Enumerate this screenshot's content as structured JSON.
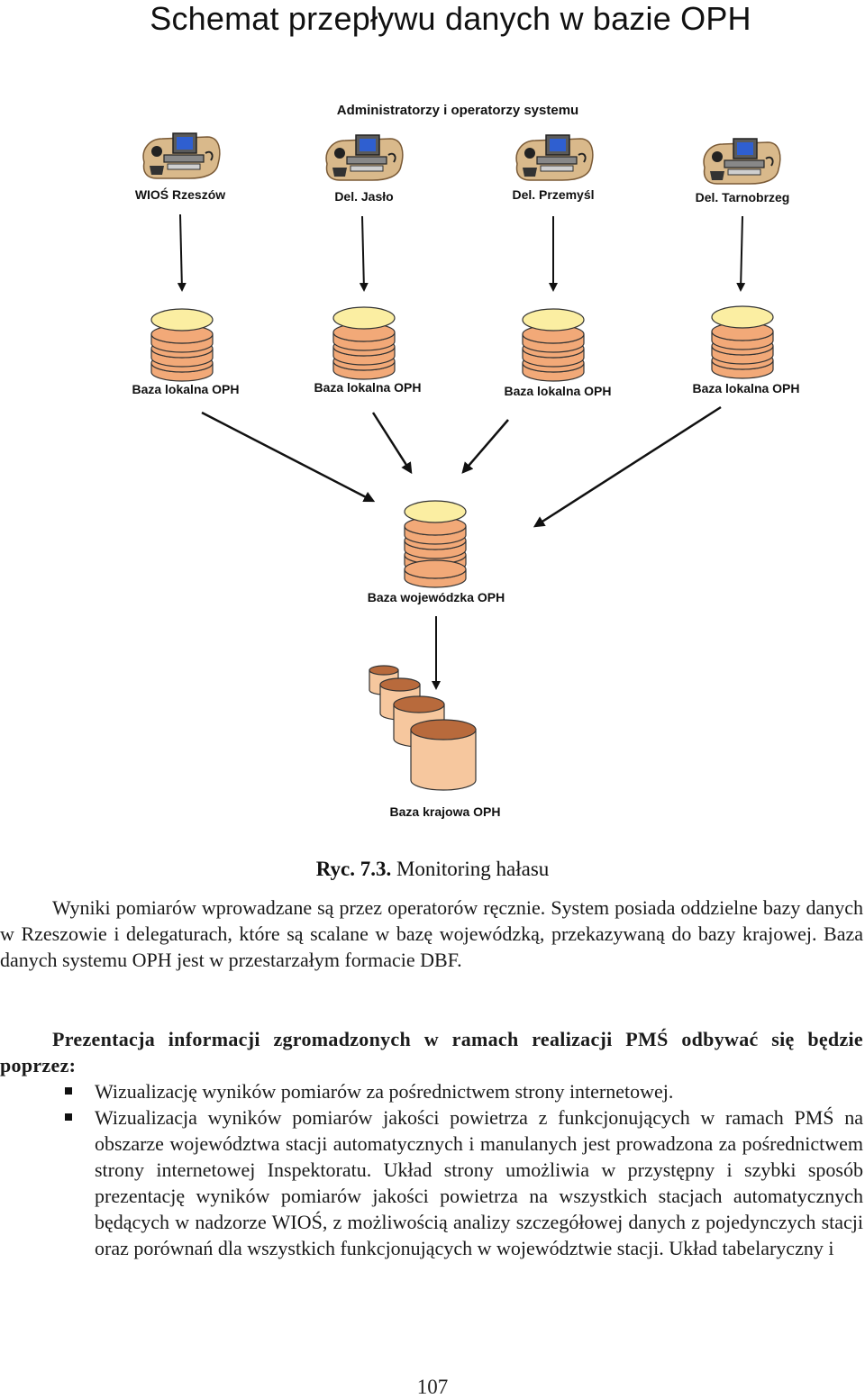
{
  "diagram": {
    "title": "Schemat przepływu danych w bazie OPH",
    "admins_label": "Administratorzy i operatorzy systemu",
    "stations": [
      {
        "label": "WIOŚ Rzeszów",
        "db_label": "Baza lokalna OPH"
      },
      {
        "label": "Del. Jasło",
        "db_label": "Baza lokalna OPH"
      },
      {
        "label": "Del. Przemyśl",
        "db_label": "Baza lokalna OPH"
      },
      {
        "label": "Del. Tarnobrzeg",
        "db_label": "Baza lokalna OPH"
      }
    ],
    "regional_db_label": "Baza wojewódzka OPH",
    "national_db_label": "Baza krajowa OPH",
    "colors": {
      "db_top": "#fbeea2",
      "db_body": "#f2a978",
      "national_top": "#b86a3c",
      "national_body": "#f6c79e"
    }
  },
  "caption": {
    "number": "Ryc. 7.3.",
    "text": "Monitoring hałasu"
  },
  "paragraphs": [
    "Wyniki pomiarów wprowadzane są przez operatorów ręcznie. System posiada oddzielne bazy danych w Rzeszowie i delegaturach, które są scalane w bazę wojewódzką, przekazywaną do bazy krajowej. Baza danych systemu OPH jest w przestarzałym formacie DBF.",
    "Prezentacja informacji zgromadzonych w ramach realizacji PMŚ odbywać się będzie poprzez:"
  ],
  "bullets": [
    "Wizualizację wyników pomiarów za pośrednictwem strony internetowej.",
    "Wizualizacja wyników pomiarów jakości powietrza z funkcjonujących w ramach PMŚ na obszarze województwa stacji automatycznych i manulanych jest prowadzona za pośrednictwem strony internetowej Inspektoratu. Układ strony umożliwia w przystępny i szybki sposób prezentację wyników pomiarów jakości powietrza na wszystkich stacjach automatycznych będących w nadzorze WIOŚ, z możliwością analizy szczegółowej danych z pojedynczych stacji oraz porównań dla wszystkich funkcjonujących w województwie stacji. Układ tabelaryczny i"
  ],
  "page_number": "107"
}
